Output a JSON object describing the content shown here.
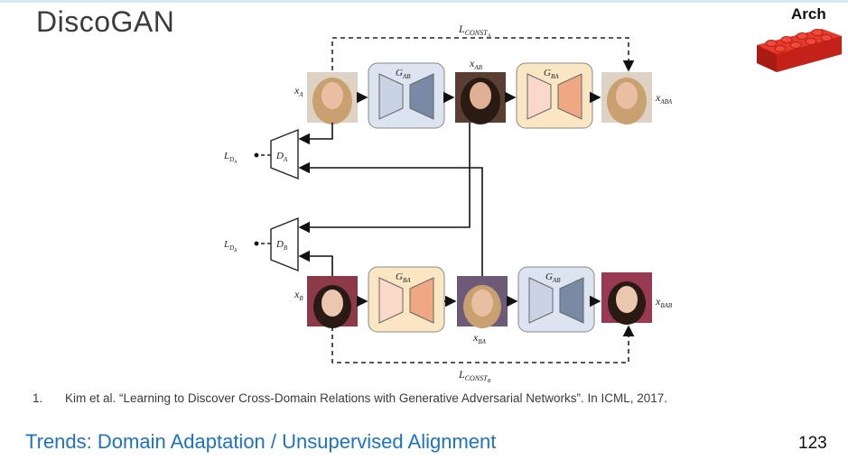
{
  "slide": {
    "title": "DiscoGAN",
    "badge": "Arch",
    "footnote_number": "1.",
    "footnote_text": "Kim et al. “Learning to Discover Cross-Domain Relations with Generative Adversarial Networks”. In ICML, 2017.",
    "footer": "Trends: Domain Adaptation / Unsupervised Alignment",
    "page_number": "123"
  },
  "diagram": {
    "labels": {
      "const_a": {
        "main": "L",
        "sub": "CONST",
        "subsub": "A"
      },
      "const_b": {
        "main": "L",
        "sub": "CONST",
        "subsub": "B"
      },
      "x_a": {
        "main": "x",
        "sub": "A"
      },
      "x_ab": {
        "main": "x",
        "sub": "AB"
      },
      "x_aba": {
        "main": "x",
        "sub": "ABA"
      },
      "x_b": {
        "main": "x",
        "sub": "B"
      },
      "x_ba": {
        "main": "x",
        "sub": "BA"
      },
      "x_bab": {
        "main": "x",
        "sub": "BAB"
      },
      "g_ab_top": {
        "main": "G",
        "sub": "AB"
      },
      "g_ba_top": {
        "main": "G",
        "sub": "BA"
      },
      "g_ba_bottom": {
        "main": "G",
        "sub": "BA"
      },
      "g_ab_bottom": {
        "main": "G",
        "sub": "AB"
      },
      "d_a": {
        "main": "D",
        "sub": "A"
      },
      "d_b": {
        "main": "D",
        "sub": "B"
      },
      "l_da": {
        "main": "L",
        "sub": "D",
        "subsub": "A"
      },
      "l_db": {
        "main": "L",
        "sub": "D",
        "subsub": "B"
      }
    },
    "colors": {
      "gen_ab_box": "#dbe4f0",
      "gen_ab_dark": "#7a8aa6",
      "gen_ab_light": "#c9d3e3",
      "gen_ba_box": "#fbe6c4",
      "gen_ba_dark": "#f0a884",
      "gen_ba_light": "#fbd9c9",
      "blonde_hair": "#c9a070",
      "dark_hair": "#2a1a14",
      "skin": "#e9bfa4",
      "bg_b": "#8c3a4a"
    }
  }
}
